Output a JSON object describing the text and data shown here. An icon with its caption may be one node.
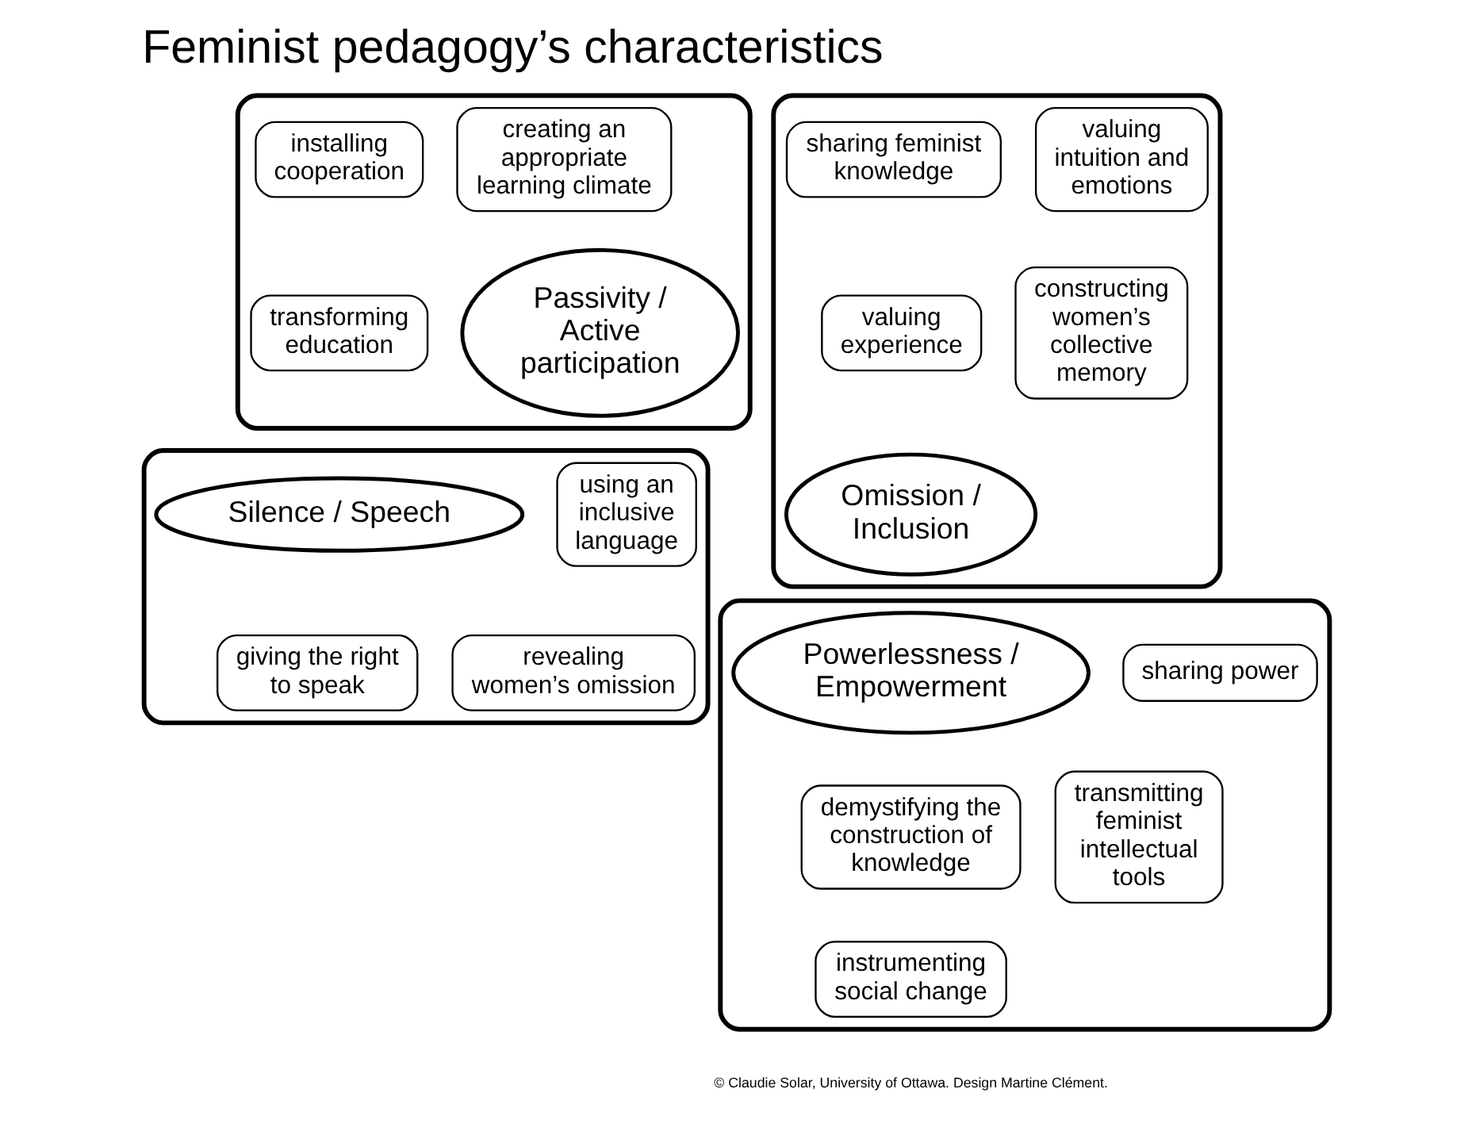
{
  "diagram": {
    "title": "Feminist pedagogy’s characteristics",
    "nodes": [
      {
        "text": [],
        "shape": "box"
      },
      {
        "text": [
          "installing cooperation"
        ],
        "in": 0
      },
      {
        "text": [
          "creating an appropriate learning climate"
        ],
        "in": 0
      },
      {
        "text": [
          "transforming education"
        ],
        "in": 0
      },
      {
        "text": [
          "Passivity / Active participation"
        ],
        "in": 0
      },
      {
        "text": [],
        "shape": "box"
      },
      {
        "text": [
          "sharing feminist knowledge"
        ],
        "in": 5
      },
      {
        "text": [
          "valuing intuition and emotions"
        ],
        "in": 5
      },
      {
        "text": [
          "valuing experience"
        ],
        "in": 5
      },
      {
        "text": [
          "constructing women’s collective memory"
        ],
        "in": 5
      },
      {
        "text": [
          "Omission / Inclusion"
        ],
        "in": 5
      },
      {
        "text": [],
        "shape": "box"
      },
      {
        "text": [
          "Silence / Speech"
        ],
        "in": 11
      },
      {
        "text": [
          "using an inclusive language"
        ],
        "in": 11
      },
      {
        "text": [
          "giving the right to speak"
        ],
        "in": 11
      },
      {
        "text": [
          "revealing women’s omission"
        ],
        "in": 11
      },
      {
        "text": [],
        "shape": "box"
      },
      {
        "text": [
          "Powerlessness / Empowerment"
        ],
        "in": 16
      },
      {
        "text": [
          "sharing power"
        ],
        "in": 16
      },
      {
        "text": [
          "demystifying the construction of knowledge"
        ],
        "in": 16
      },
      {
        "text": [
          "transmitting feminist intellectual tools"
        ],
        "in": 16
      },
      {
        "text": [
          "instrumenting social change"
        ],
        "in": 16
      }
    ],
    "edges": [],
    "labels": [
      "© Claudie Solar, University of Ottawa. Design Martine Clément."
    ]
  }
}
